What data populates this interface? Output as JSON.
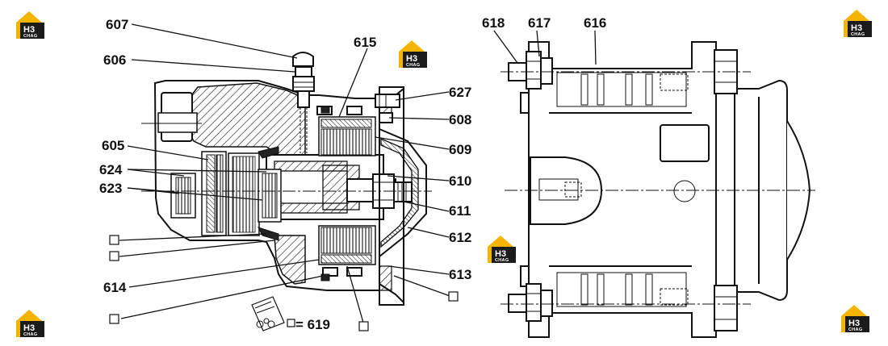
{
  "watermark": {
    "line1": "H3",
    "line2": "CHAG"
  },
  "callouts": {
    "c607": "607",
    "c606": "606",
    "c615": "615",
    "c627": "627",
    "c608": "608",
    "c605": "605",
    "c609": "609",
    "c624": "624",
    "c610": "610",
    "c623": "623",
    "c611": "611",
    "c612": "612",
    "c613": "613",
    "c614": "614",
    "c618": "618",
    "c617": "617",
    "c616": "616"
  },
  "legend": {
    "kit_equals": "= 619"
  }
}
